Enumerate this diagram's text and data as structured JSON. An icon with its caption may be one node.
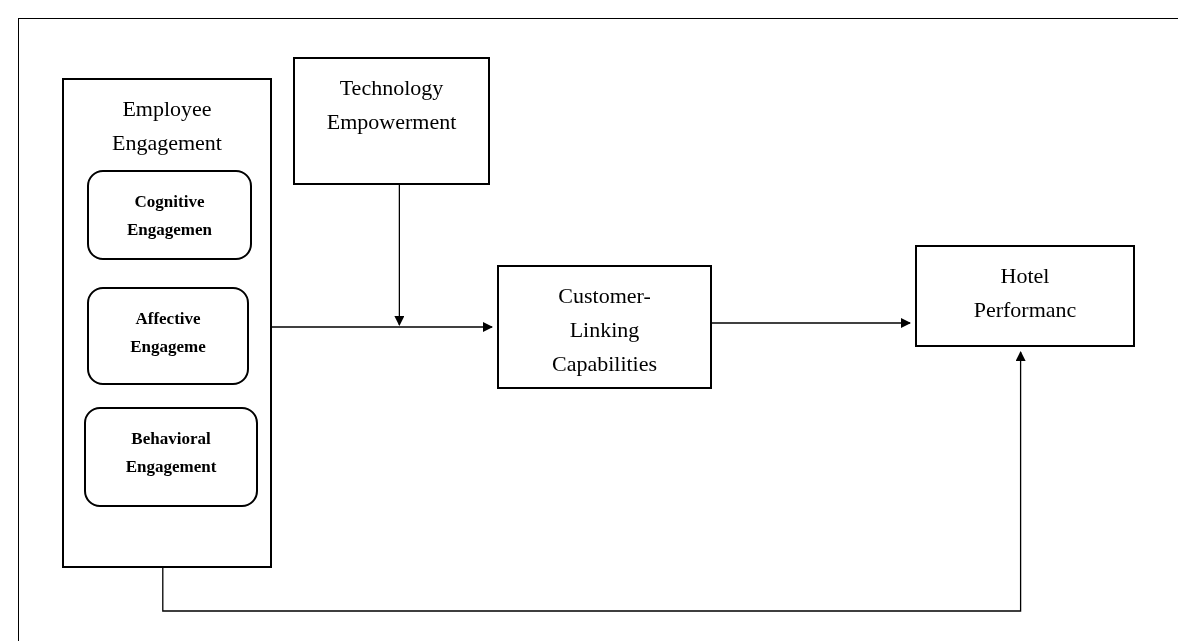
{
  "diagram": {
    "nodes": [
      {
        "text": [
          "Employee Engagement"
        ]
      },
      {
        "text": [
          "Cognitive Engagemen"
        ],
        "in": 0
      },
      {
        "text": [
          "Affective Engageme"
        ],
        "in": 0
      },
      {
        "text": [
          "Behavioral Engagement"
        ],
        "in": 0
      },
      {
        "text": [
          "Technology Empowerment"
        ]
      },
      {
        "text": [
          "Customer- Linking Capabilities"
        ]
      },
      {
        "text": [
          "Hotel Performanc"
        ]
      }
    ],
    "edges": [
      {
        "from": 0,
        "to": 5,
        "arrow": "to"
      },
      {
        "from": 4,
        "to": null,
        "arrow": "to"
      },
      {
        "from": 5,
        "to": 6,
        "arrow": "to"
      },
      {
        "from": 0,
        "to": 6,
        "arrow": "to"
      }
    ]
  }
}
